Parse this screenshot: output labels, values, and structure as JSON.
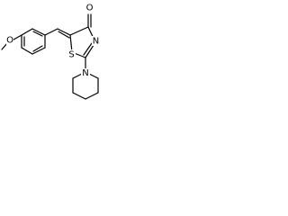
{
  "structure": {
    "atoms": {
      "methoxy_O": "O",
      "carbonyl_O": "O",
      "thiazole_S": "S",
      "thiazole_N": "N",
      "piperidine_N": "N"
    },
    "colors": {
      "bonds": "#000000",
      "labels": "#000000",
      "background": "#ffffff"
    }
  }
}
